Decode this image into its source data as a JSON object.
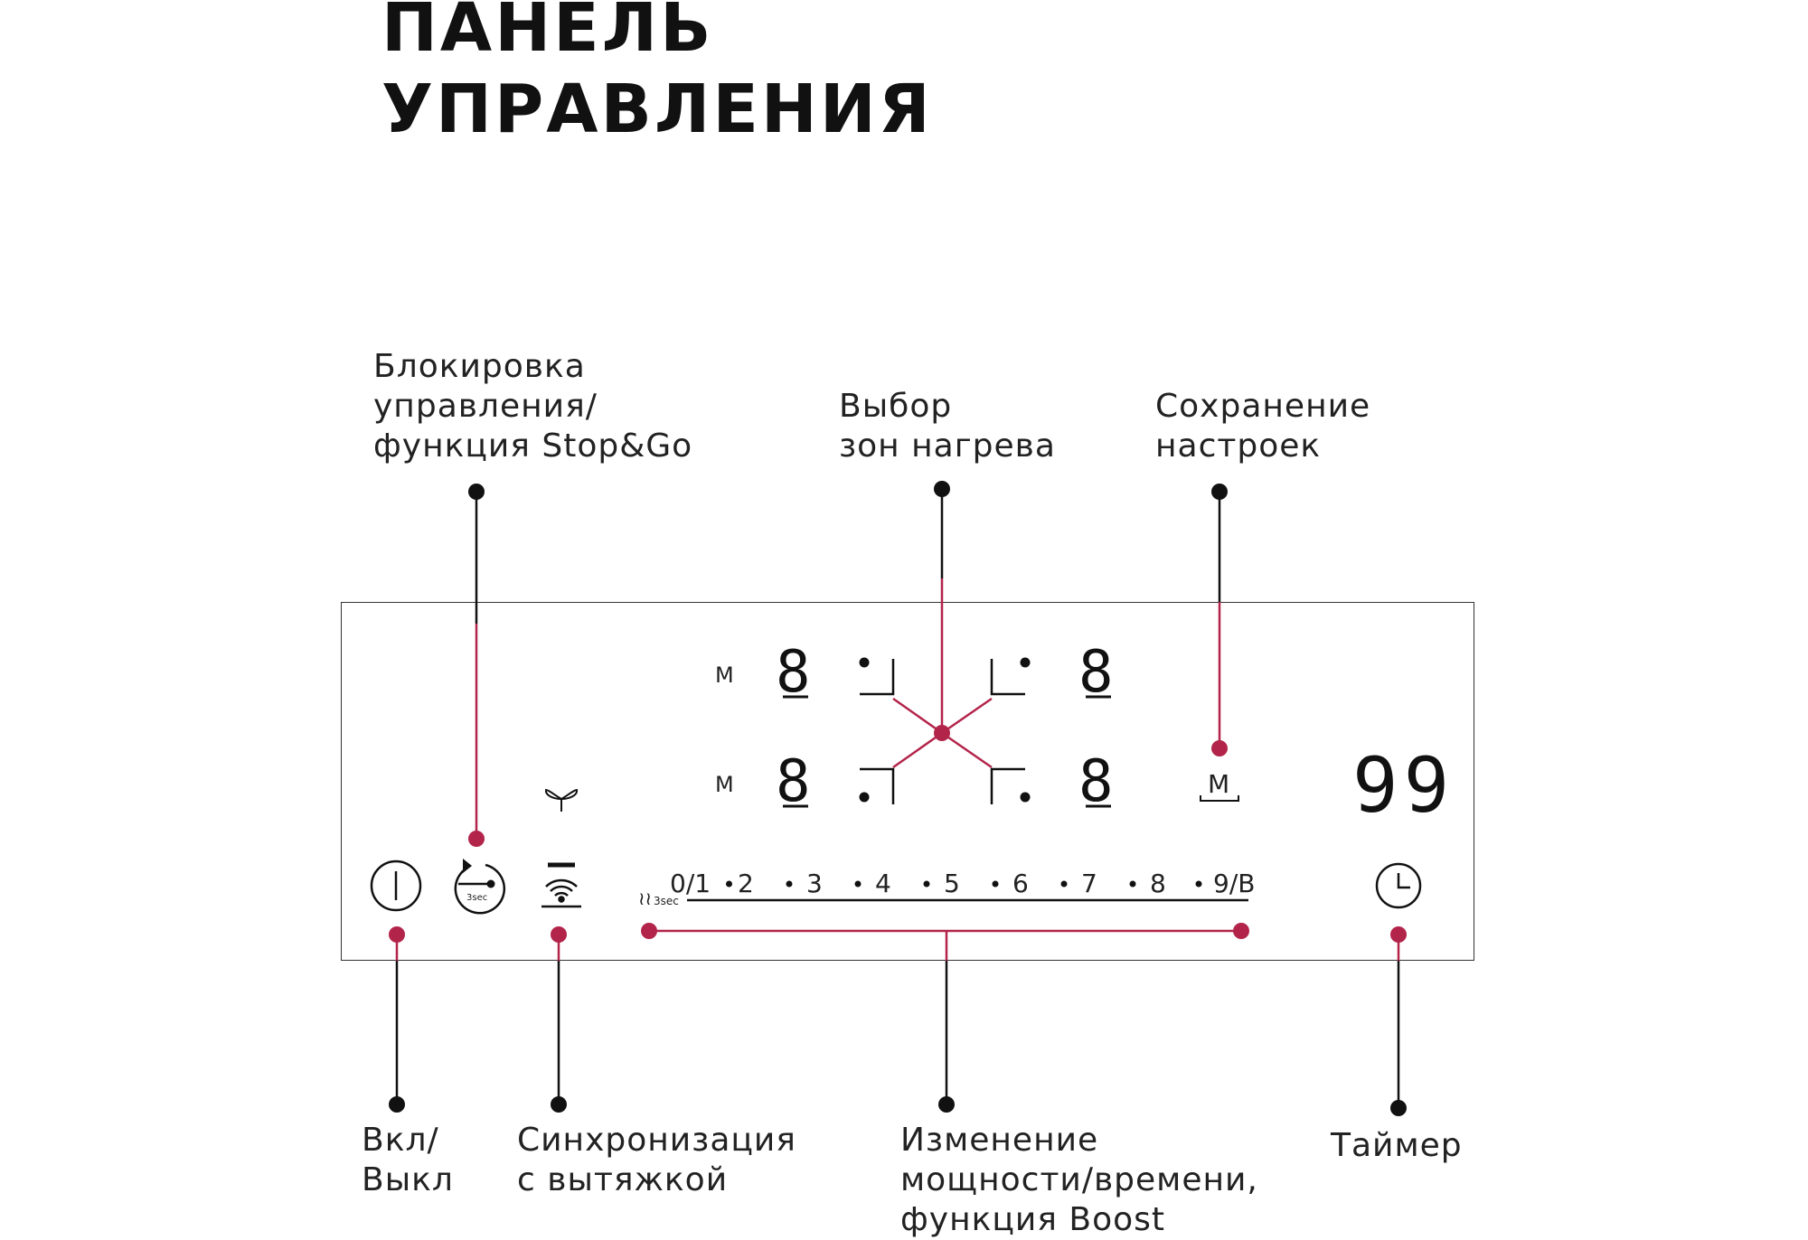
{
  "title": {
    "line1": "ПАНЕЛЬ",
    "line2": "УПРАВЛЕНИЯ"
  },
  "labels": {
    "lock": [
      "Блокировка",
      "управления/",
      "функция Stop&Go"
    ],
    "zones": [
      "Выбор",
      "зон нагрева"
    ],
    "memory": [
      "Сохранение",
      "настроек"
    ],
    "power": [
      "Вкл/",
      "Выкл"
    ],
    "hood_sync": [
      "Синхронизация",
      "с вытяжкой"
    ],
    "power_level": [
      "Изменение",
      "мощности/времени,",
      "функция Boost"
    ],
    "timer": [
      "Таймер"
    ]
  },
  "panel": {
    "zone_mode_letter": "M",
    "zone_digit": "8",
    "memory_letter": "M",
    "timer_display": "99",
    "boost_hold": "3sec",
    "lock_hold": "3sec",
    "scale": [
      "0/1",
      "2",
      "3",
      "4",
      "5",
      "6",
      "7",
      "8",
      "9/B"
    ]
  },
  "colors": {
    "accent": "#b3244a",
    "line": "#111111"
  }
}
